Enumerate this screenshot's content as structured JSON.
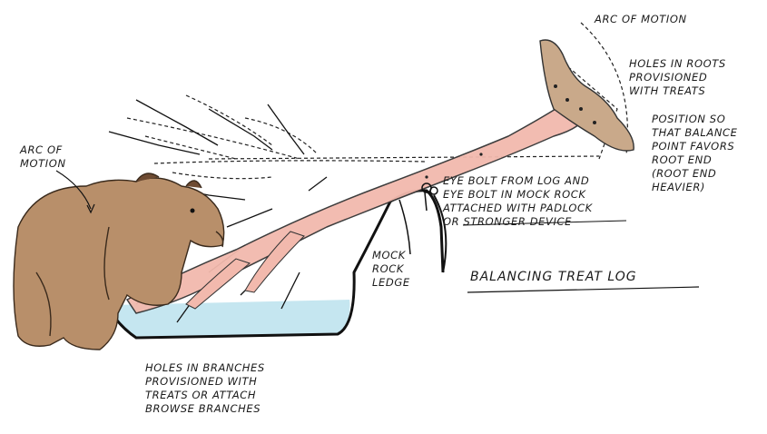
{
  "labels": {
    "arc_top": "ARC OF MOTION",
    "holes_roots": [
      "HOLES IN ROOTS",
      "PROVISIONED",
      "WITH TREATS"
    ],
    "position": [
      "POSITION SO",
      "THAT BALANCE",
      "POINT FAVORS",
      "ROOT END",
      "(ROOT END",
      "HEAVIER)"
    ],
    "arc_left": [
      "ARC OF",
      "MOTION"
    ],
    "eye_bolt": [
      "EYE BOLT FROM LOG AND",
      "EYE BOLT IN MOCK ROCK",
      "ATTACHED WITH PADLOCK",
      "OR STRONGER DEVICE"
    ],
    "mock_rock": [
      "MOCK",
      "ROCK",
      "LEDGE"
    ],
    "title": "BALANCING TREAT LOG",
    "holes_branches": [
      "HOLES IN BRANCHES",
      "PROVISIONED WITH",
      "TREATS OR ATTACH",
      "BROWSE BRANCHES"
    ]
  },
  "colors": {
    "log_fill": "#f2b9ad",
    "root_fill": "#c9a98a",
    "water": "#bfe3ee",
    "bear_fur": "#b88f6a",
    "bear_dark": "#6e4b32",
    "ink": "#111111"
  }
}
